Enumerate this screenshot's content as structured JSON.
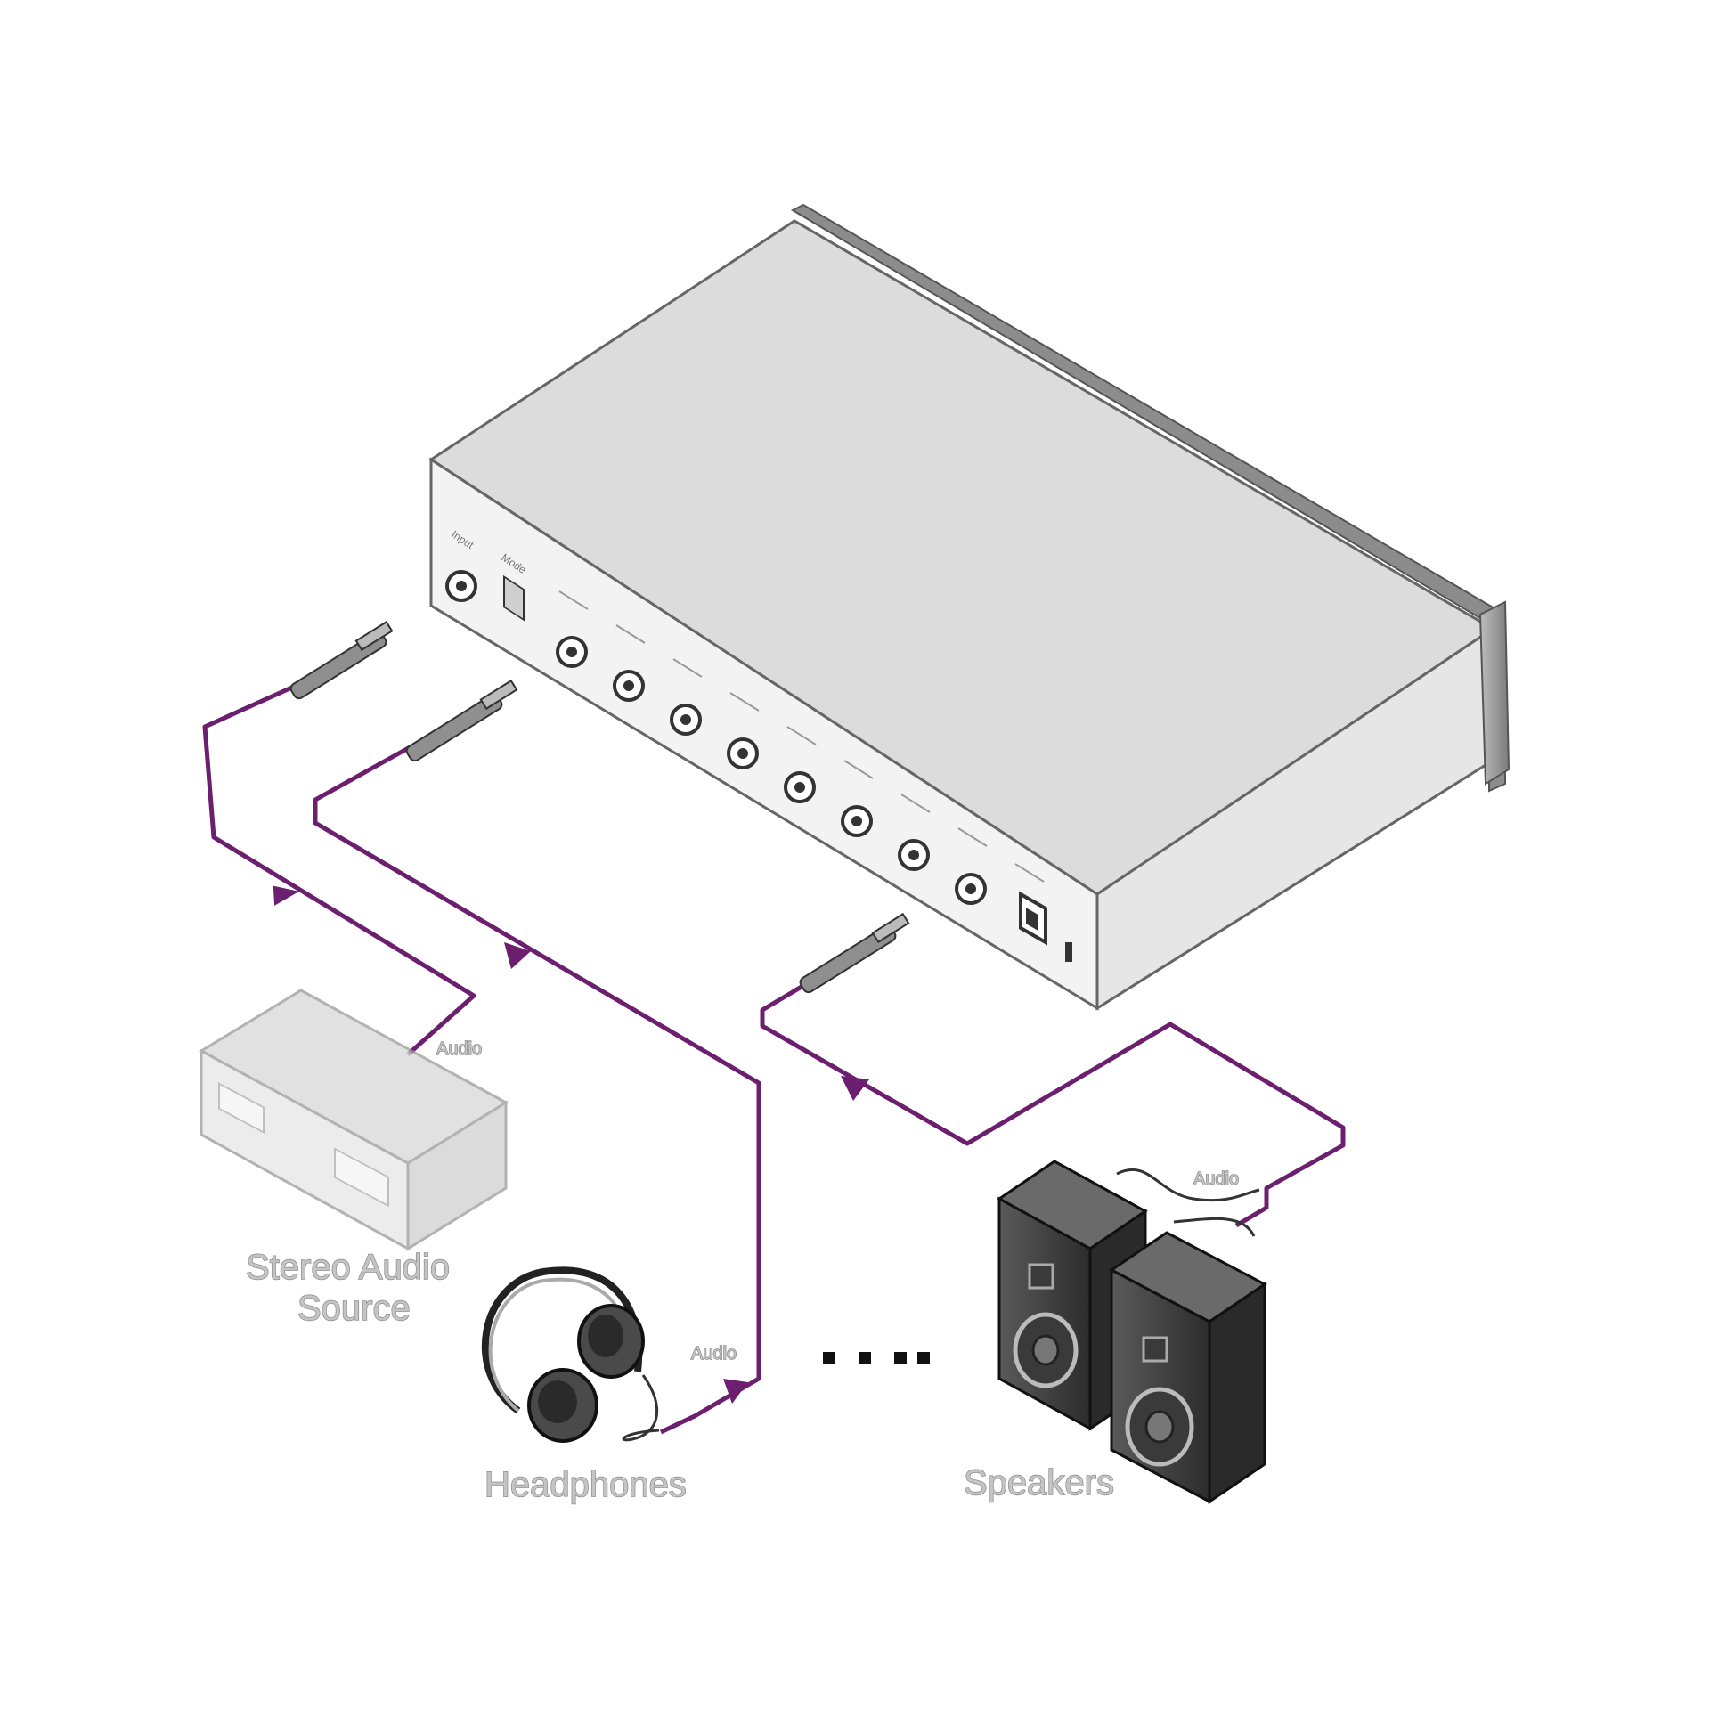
{
  "labels": {
    "source": [
      "Stereo Audio",
      "Source"
    ],
    "headphones": "Headphones",
    "speakers": "Speakers",
    "audio_source": "Audio",
    "audio_headphones": "Audio",
    "audio_speakers": "Audio"
  },
  "colors": {
    "cable": "#6b1f6e",
    "device_top": "#dcdcdc",
    "device_front": "#f2f2f2",
    "device_side": "#9e9e9e",
    "speaker_body": "#4a4a4a",
    "source_box": "#d8d8d8"
  },
  "device": {
    "input_port_count": 1,
    "output_port_count": 8,
    "has_power_connector": true
  }
}
